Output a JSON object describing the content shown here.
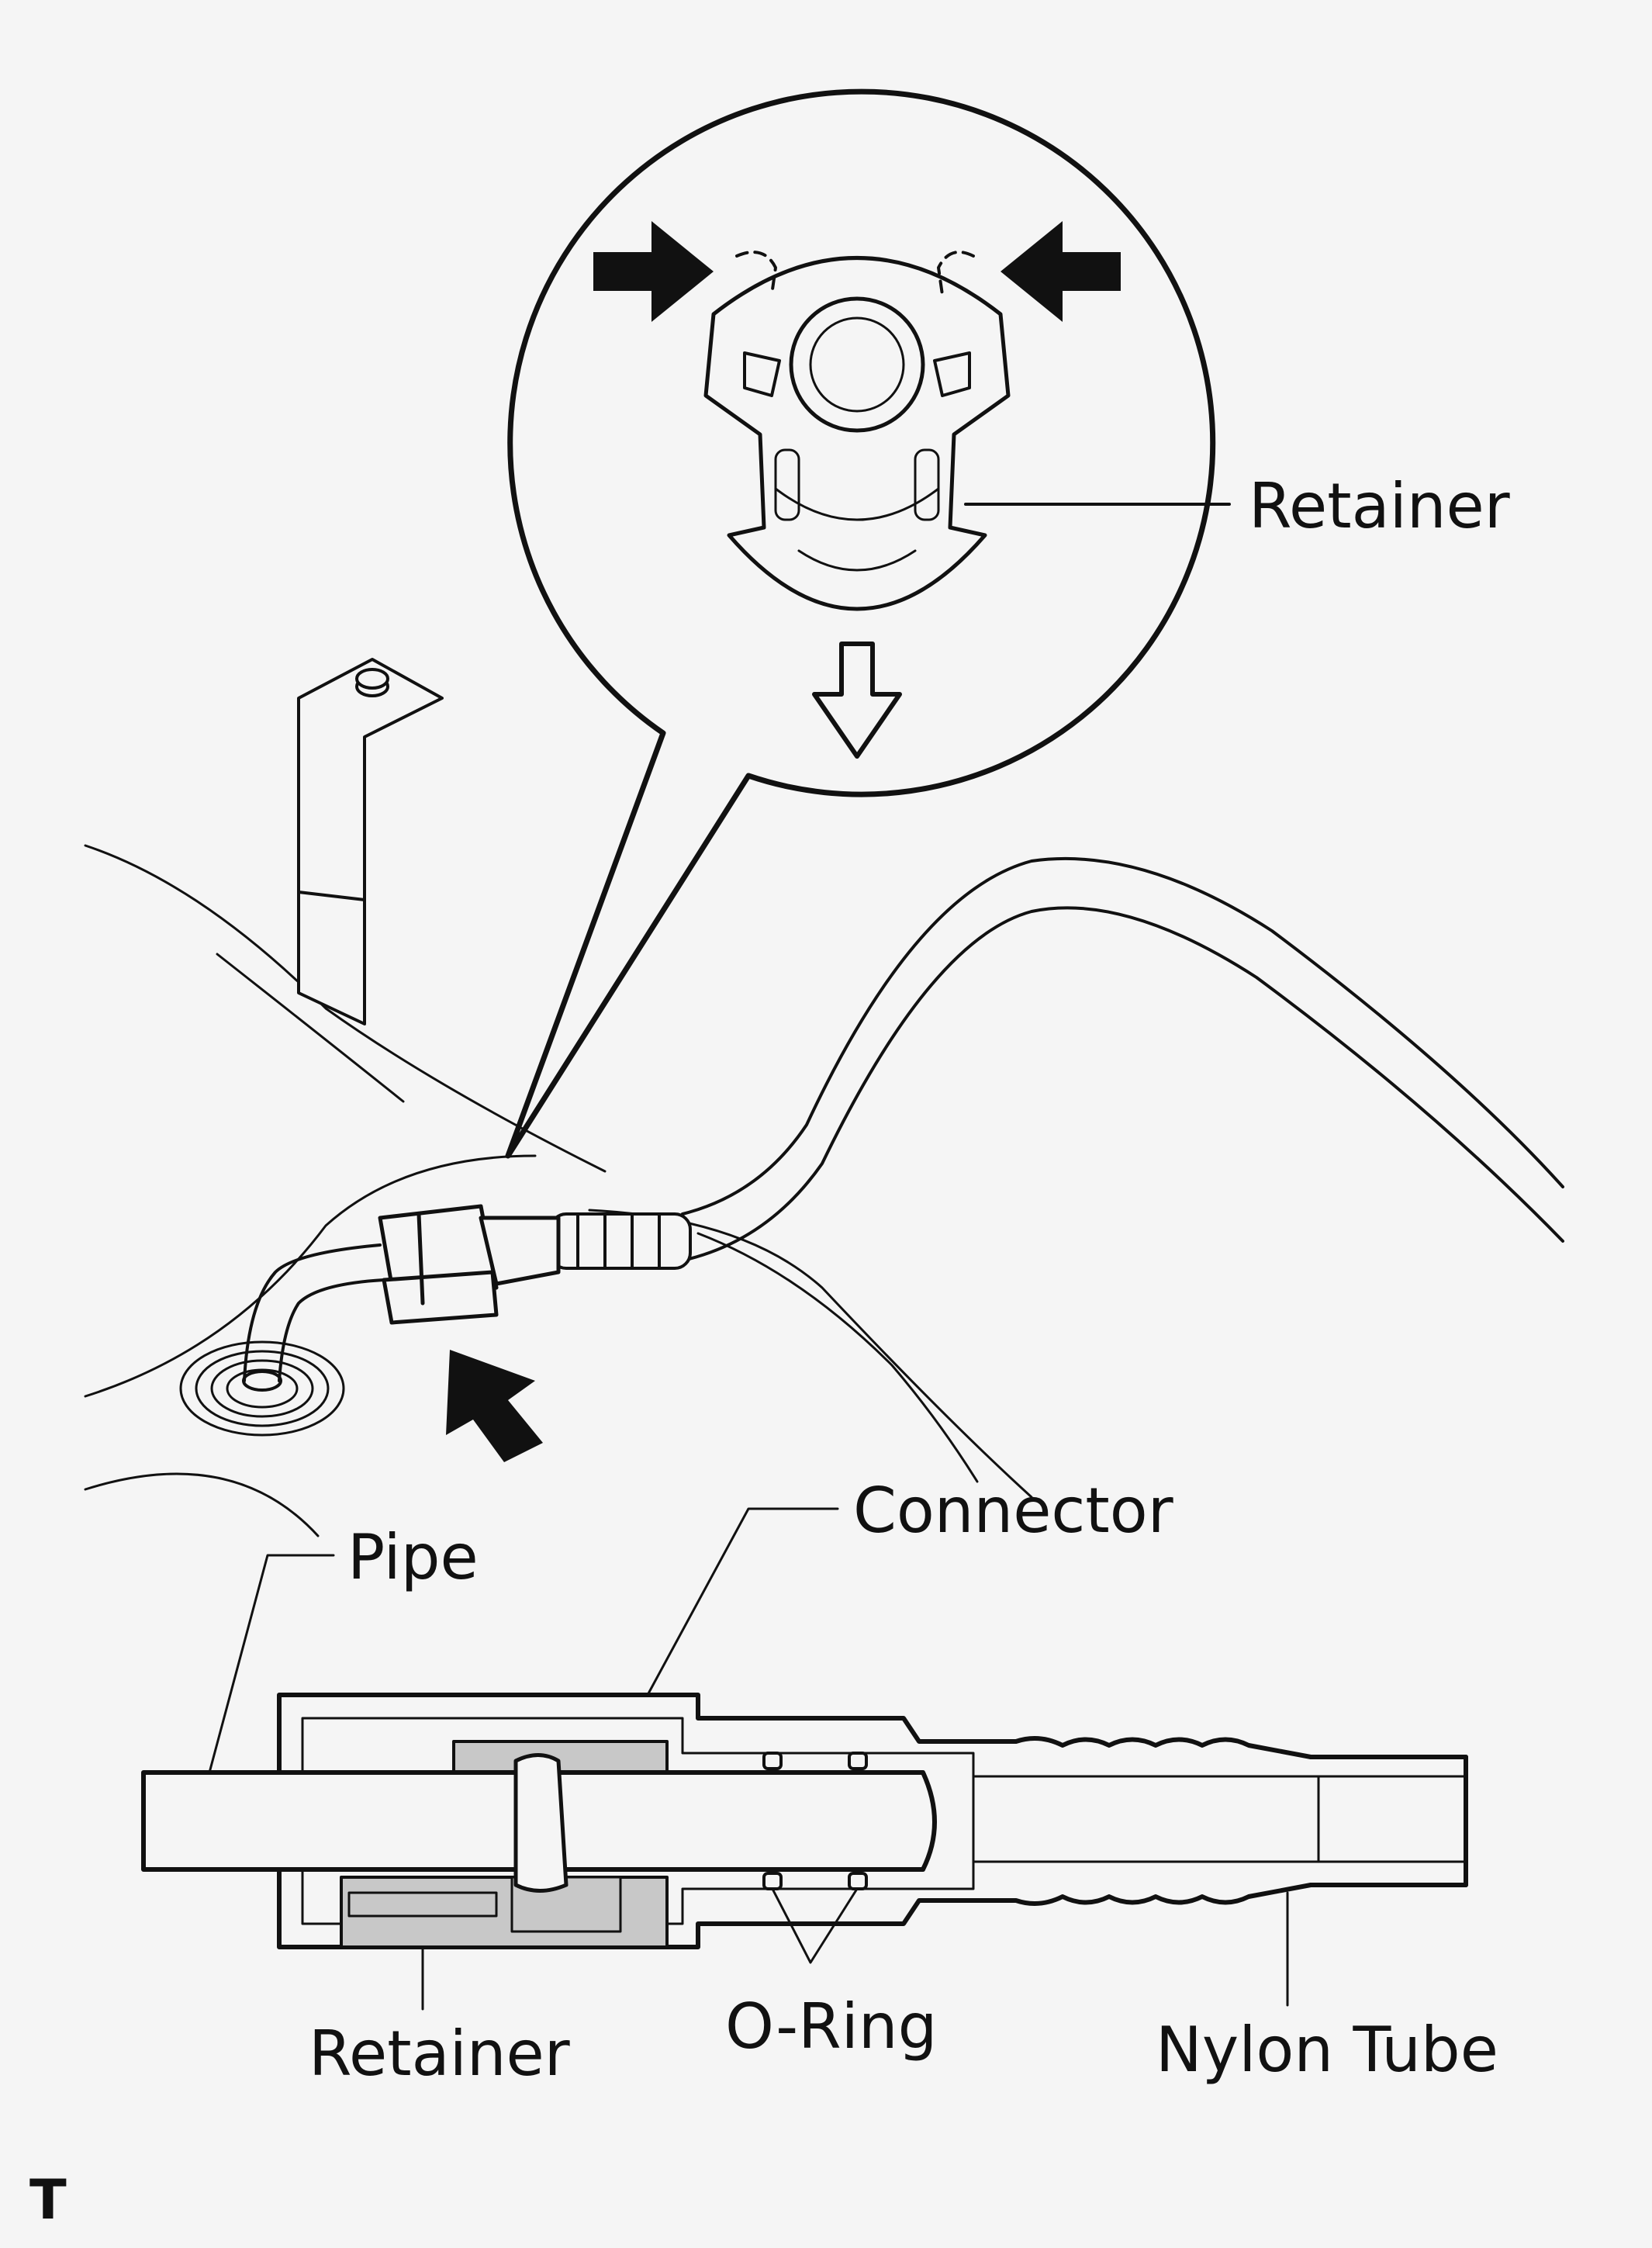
{
  "labels": {
    "retainer_callout": "Retainer",
    "connector": "Connector",
    "pipe": "Pipe",
    "retainer_section": "Retainer",
    "o_ring": "O-Ring",
    "nylon_tube": "Nylon Tube"
  },
  "corner_mark": "T",
  "colors": {
    "background": "#f5f5f5",
    "line": "#111111",
    "shade": "#c8c8c8"
  },
  "icons": [
    "push-arrow-icon",
    "pull-arrow-icon",
    "pointer-arrow-icon"
  ]
}
